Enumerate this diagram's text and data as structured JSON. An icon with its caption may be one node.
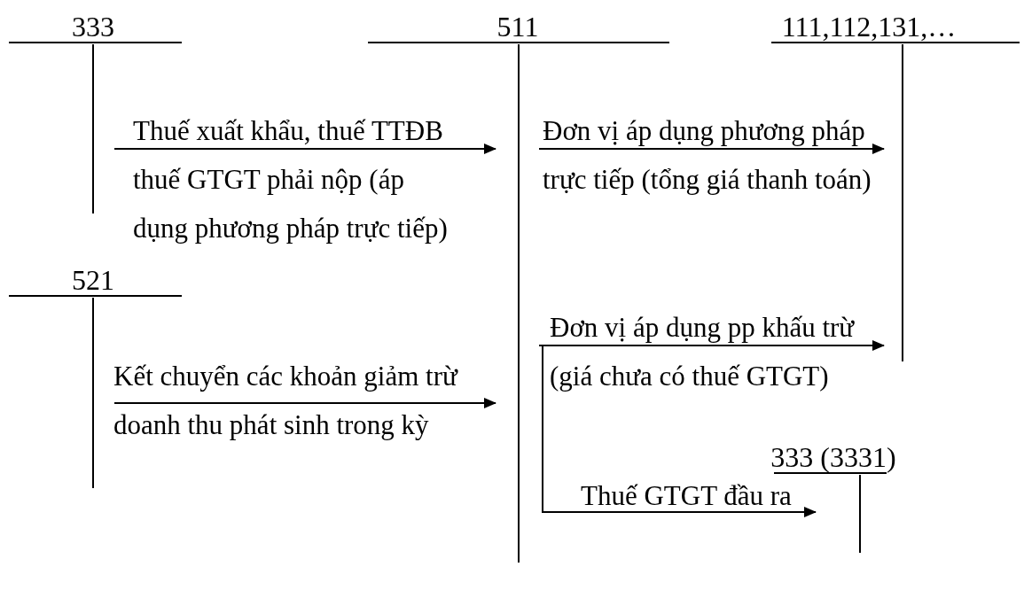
{
  "diagram": {
    "nodes": [
      {
        "text": [
          "333"
        ]
      },
      {
        "text": [
          "511"
        ]
      },
      {
        "text": [
          "111,112,131,…"
        ]
      },
      {
        "text": [
          "521"
        ]
      },
      {
        "text": [
          "333 (3331)"
        ]
      }
    ],
    "edges": [
      {
        "from": 0,
        "to": 1,
        "arrow": "to",
        "label": "Thuế xuất khẩu, thuế TTĐB thuế GTGT phải nộp (áp dụng phương pháp trực tiếp)"
      },
      {
        "from": 3,
        "to": 1,
        "arrow": "to",
        "label": "Kết chuyển các khoản giảm trừ doanh thu phát sinh trong kỳ"
      },
      {
        "from": 1,
        "to": 2,
        "arrow": "to",
        "label": "Đơn vị áp dụng phương pháp trực tiếp (tổng giá thanh toán)"
      },
      {
        "from": 1,
        "to": 2,
        "arrow": "to",
        "label": "Đơn vị áp dụng pp khấu trừ (giá chưa có thuế GTGT)"
      },
      {
        "from": 1,
        "to": 4,
        "arrow": "to",
        "label": "Thuế GTGT đầu ra"
      }
    ]
  }
}
